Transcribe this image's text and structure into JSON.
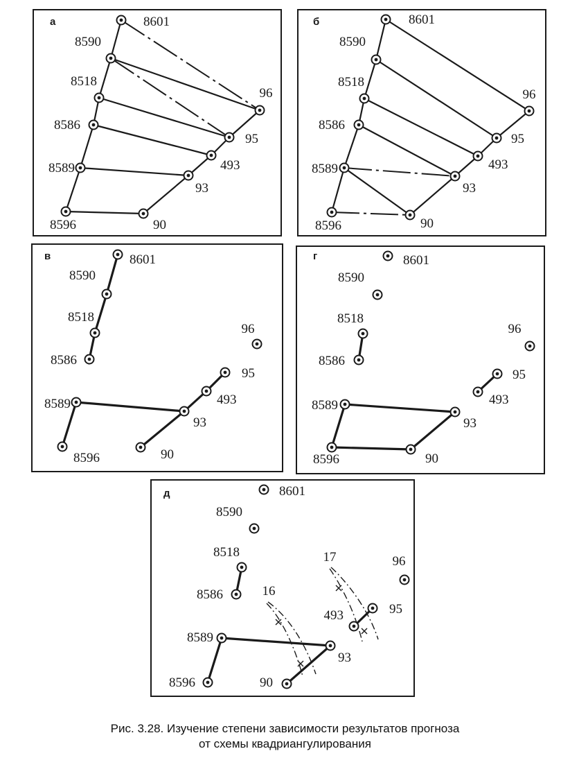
{
  "panels": [
    {
      "id": "a",
      "label": "а",
      "stations": [
        "8601",
        "8590",
        "8518",
        "8586",
        "8589",
        "8596",
        "96",
        "95",
        "493",
        "93",
        "90"
      ],
      "links": [
        [
          "8601",
          "8590"
        ],
        [
          "8590",
          "8518"
        ],
        [
          "8518",
          "8586"
        ],
        [
          "8586",
          "8589"
        ],
        [
          "8589",
          "8596"
        ],
        [
          "8596",
          "90"
        ],
        [
          "90",
          "93"
        ],
        [
          "93",
          "493"
        ],
        [
          "493",
          "95"
        ],
        [
          "95",
          "96"
        ],
        [
          "8601",
          "96"
        ],
        [
          "8590",
          "96"
        ],
        [
          "8590",
          "95"
        ],
        [
          "8518",
          "95"
        ],
        [
          "8586",
          "493"
        ],
        [
          "8589",
          "93"
        ]
      ]
    },
    {
      "id": "b",
      "label": "б",
      "stations": [
        "8601",
        "8590",
        "8518",
        "8586",
        "8589",
        "8596",
        "96",
        "95",
        "493",
        "93",
        "90"
      ],
      "links": [
        [
          "8601",
          "8590"
        ],
        [
          "8590",
          "8518"
        ],
        [
          "8518",
          "8586"
        ],
        [
          "8586",
          "8589"
        ],
        [
          "8589",
          "8596"
        ],
        [
          "8596",
          "90"
        ],
        [
          "90",
          "93"
        ],
        [
          "93",
          "493"
        ],
        [
          "493",
          "95"
        ],
        [
          "95",
          "96"
        ],
        [
          "8601",
          "96"
        ],
        [
          "8590",
          "95"
        ],
        [
          "8518",
          "493"
        ],
        [
          "8586",
          "93"
        ],
        [
          "8589",
          "93"
        ],
        [
          "8589",
          "90"
        ]
      ]
    },
    {
      "id": "v",
      "label": "в",
      "stations": [
        "8601",
        "8590",
        "8518",
        "8586",
        "8589",
        "8596",
        "96",
        "95",
        "493",
        "93",
        "90"
      ],
      "links": [
        [
          "8601",
          "8590"
        ],
        [
          "8590",
          "8518"
        ],
        [
          "8518",
          "8586"
        ],
        [
          "8589",
          "8596"
        ],
        [
          "8589",
          "93"
        ],
        [
          "93",
          "90"
        ],
        [
          "93",
          "493"
        ],
        [
          "493",
          "95"
        ]
      ]
    },
    {
      "id": "g",
      "label": "г",
      "stations": [
        "8601",
        "8590",
        "8518",
        "8586",
        "8589",
        "8596",
        "96",
        "95",
        "493",
        "93",
        "90"
      ],
      "links": [
        [
          "8518",
          "8586"
        ],
        [
          "95",
          "493"
        ],
        [
          "8589",
          "93"
        ],
        [
          "93",
          "90"
        ],
        [
          "90",
          "8596"
        ],
        [
          "8596",
          "8589"
        ]
      ]
    },
    {
      "id": "d",
      "label": "д",
      "stations": [
        "8601",
        "8590",
        "8518",
        "8586",
        "8589",
        "8596",
        "96",
        "95",
        "493",
        "93",
        "90"
      ],
      "links": [
        [
          "8518",
          "8586"
        ],
        [
          "95",
          "493"
        ],
        [
          "8589",
          "93"
        ],
        [
          "8589",
          "8596"
        ],
        [
          "93",
          "90"
        ]
      ],
      "faults": [
        "16",
        "17"
      ]
    }
  ],
  "caption": {
    "line1": "Рис. 3.28. Изучение степени зависимости результатов прогноза",
    "line2": "от схемы квадриангулирования"
  }
}
